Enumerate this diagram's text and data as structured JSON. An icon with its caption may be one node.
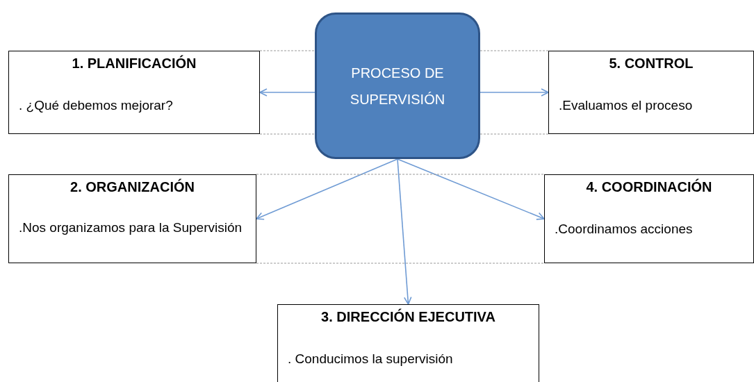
{
  "diagram": {
    "nodes": [
      {
        "text": [
          "PROCESO DE SUPERVISIÓN"
        ]
      },
      {
        "text": [
          "1. PLANIFICACIÓN",
          ". ¿Qué debemos mejorar?"
        ]
      },
      {
        "text": [
          "5. CONTROL",
          ".Evaluamos el proceso"
        ]
      },
      {
        "text": [
          "2. ORGANIZACIÓN",
          ".Nos organizamos para la Supervisión"
        ]
      },
      {
        "text": [
          "4. COORDINACIÓN",
          ".Coordinamos acciones"
        ]
      },
      {
        "text": [
          "3. DIRECCIÓN EJECUTIVA",
          ". Conducimos la supervisión"
        ]
      }
    ],
    "edges": [
      {
        "from": 0,
        "to": 1,
        "arrow": "to"
      },
      {
        "from": 0,
        "to": 2,
        "arrow": "to"
      },
      {
        "from": 0,
        "to": 3,
        "arrow": "to"
      },
      {
        "from": 0,
        "to": 4,
        "arrow": "to"
      },
      {
        "from": 0,
        "to": 5,
        "arrow": "to"
      },
      {
        "from": 1,
        "to": 0,
        "arrow": "none",
        "style": "dashed",
        "color": "#999999"
      },
      {
        "from": 0,
        "to": 2,
        "arrow": "none",
        "style": "dashed",
        "color": "#999999"
      },
      {
        "from": 1,
        "to": 0,
        "arrow": "none",
        "style": "dashed",
        "color": "#999999"
      },
      {
        "from": 0,
        "to": 2,
        "arrow": "none",
        "style": "dashed",
        "color": "#999999"
      },
      {
        "from": 3,
        "to": 4,
        "arrow": "none",
        "style": "dashed",
        "color": "#999999"
      },
      {
        "from": 3,
        "to": 4,
        "arrow": "none",
        "style": "dashed",
        "color": "#999999"
      }
    ]
  }
}
